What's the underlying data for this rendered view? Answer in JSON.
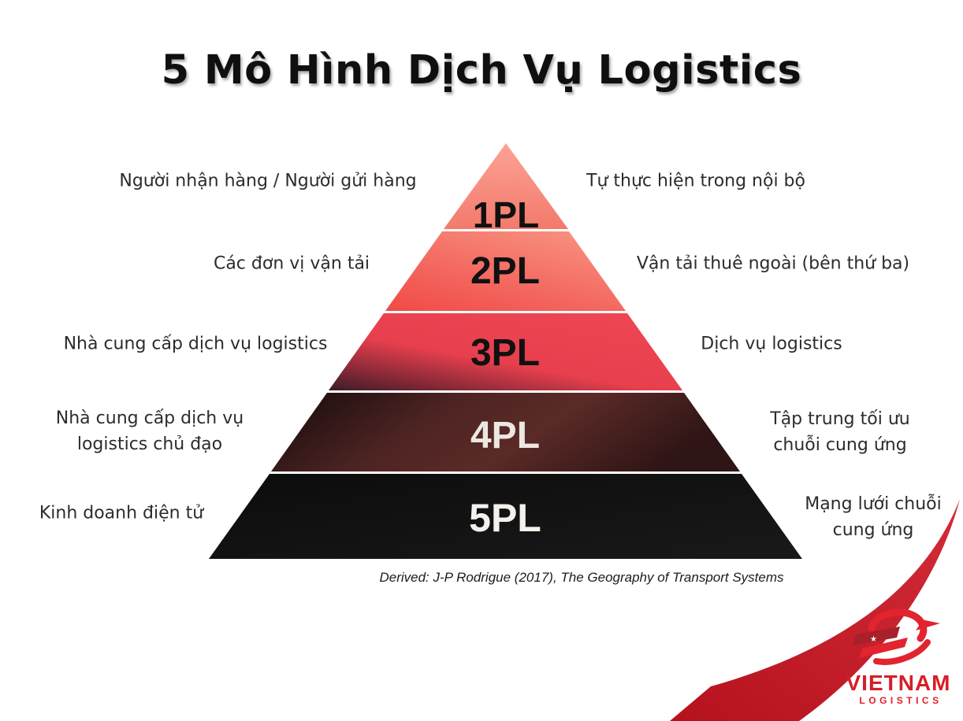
{
  "title": "5 Mô Hình Dịch Vụ Logistics",
  "pyramid": {
    "levels": [
      {
        "label": "1PL",
        "left_text": "Người nhận hàng / Người gửi hàng",
        "right_text": "Tự thực hiện trong nội bộ",
        "color": "#f58a7a",
        "label_color": "#111111"
      },
      {
        "label": "2PL",
        "left_text": "Các đơn vị vận tải",
        "right_text": "Vận tải thuê ngoài (bên thứ ba)",
        "color": "#f2655e",
        "label_color": "#111111"
      },
      {
        "label": "3PL",
        "left_text": "Nhà cung cấp dịch vụ logistics",
        "right_text": "Dịch vụ logistics",
        "color": "#e8414f",
        "label_color": "#111111"
      },
      {
        "label": "4PL",
        "left_text": "Nhà cung cấp dịch vụ logistics chủ đạo",
        "right_text": "Tập trung tối ưu chuỗi cung ứng",
        "color": "#4e2423",
        "label_color": "#ece7e1"
      },
      {
        "label": "5PL",
        "left_text": "Kinh doanh điện tử",
        "right_text": "Mạng lưới chuỗi cung ứng",
        "color": "#101011",
        "label_color": "#f4f1ec"
      }
    ]
  },
  "citation": "Derived: J-P Rodrigue (2017), The Geography of Transport Systems",
  "logo": {
    "brand": "VIETNAM",
    "subtitle": "LOGISTICS",
    "star": "★",
    "accent": "#d61f28"
  },
  "palette": {
    "background": "#ffffff",
    "title_text": "#0f0f0f",
    "side_text": "#2c2c2c",
    "swoosh": "#c41f2c",
    "logo_red": "#e2242f"
  }
}
